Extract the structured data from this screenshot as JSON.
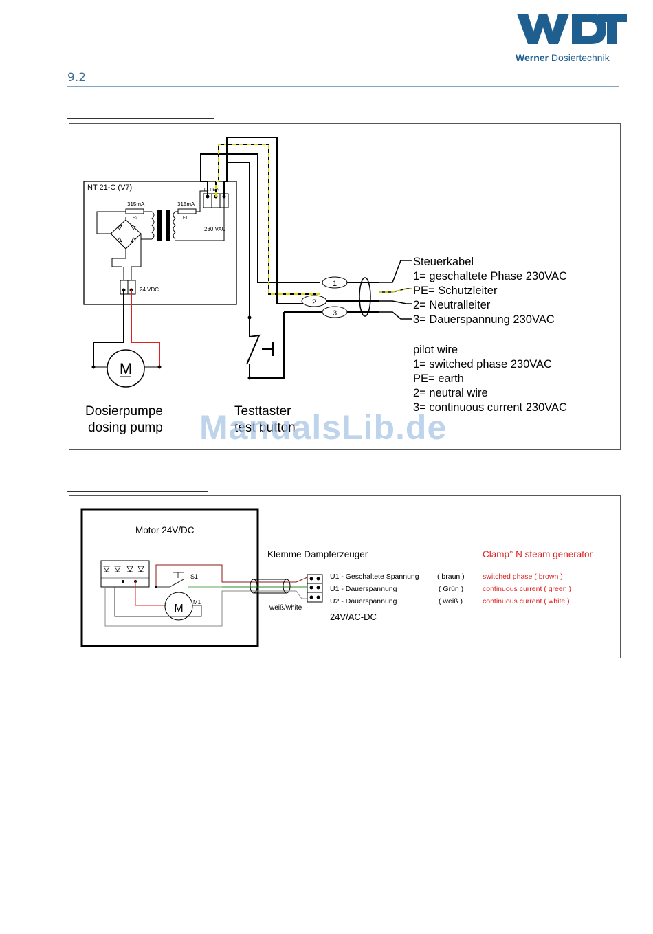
{
  "header": {
    "logo_text": "WDT",
    "brand_bold": "Werner",
    "brand_rest": " Dosiertechnik",
    "section_number": "9.2"
  },
  "diagram1": {
    "unit_label": "NT 21-C (V7)",
    "fuse1": "315mA",
    "fuse1_ref": "F2",
    "fuse2": "315mA",
    "fuse2_ref": "F1",
    "voltage_ac": "230 VAC",
    "voltage_dc": "24 VDC",
    "terminal_header": "L1 PE N",
    "pump_symbol": "M",
    "pump_label_de": "Dosierpumpe",
    "pump_label_en": "dosing pump",
    "button_label_de": "Testtaster",
    "button_label_en": "test button",
    "wire_numbers": [
      "1",
      "2",
      "3"
    ],
    "legend_de": [
      "Steuerkabel",
      "1= geschaltete Phase 230VAC",
      "PE= Schutzleiter",
      "2= Neutralleiter",
      "3= Dauerspannung 230VAC"
    ],
    "legend_en": [
      "pilot wire",
      "1= switched phase 230VAC",
      "PE= earth",
      "2= neutral wire",
      "3= continuous current  230VAC"
    ]
  },
  "diagram2": {
    "motor_title": "Motor 24V/DC",
    "switch_label": "S1",
    "motor_symbol": "M",
    "motor_ref": "M1",
    "wire_label": "weiß/white",
    "terminal_title": "Klemme Dampferzeuger",
    "terminal_title_en": "Clamp° N steam generator",
    "voltage": "24V/AC-DC",
    "rows": [
      {
        "de": "U1 - Geschaltete Spannung",
        "color_de": "( braun )",
        "en": "switched phase ( brown )"
      },
      {
        "de": "U1 - Dauerspannung",
        "color_de": "( Grün )",
        "en": "continuous current ( green )"
      },
      {
        "de": "U2 - Dauerspannung",
        "color_de": "( weiß )",
        "en": "continuous current ( white )"
      }
    ]
  },
  "watermark": "ManualsLib.de",
  "colors": {
    "brand": "#1f5f8f",
    "accent_red": "#e02020",
    "rule": "#7fa7c4"
  }
}
